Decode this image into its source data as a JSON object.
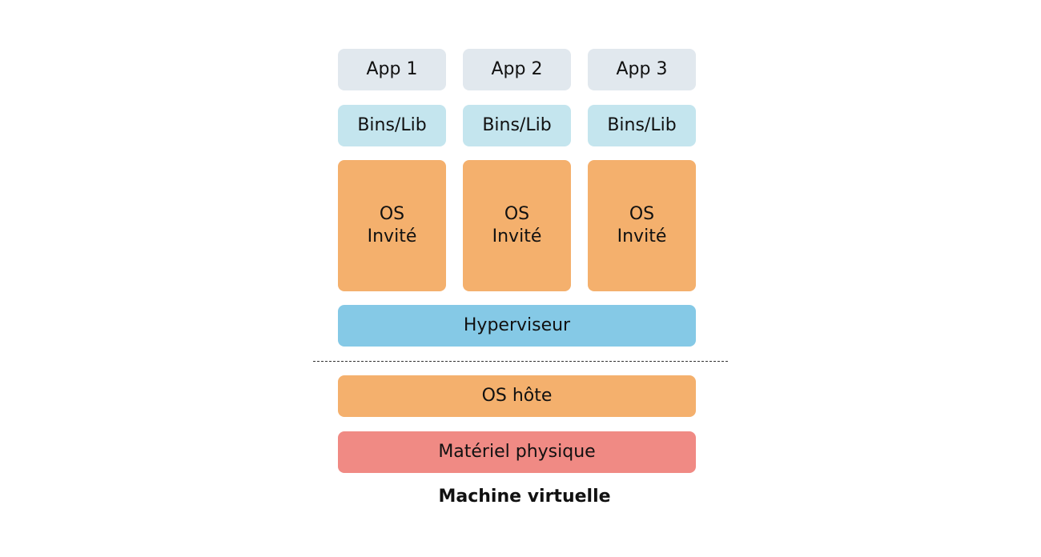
{
  "apps": [
    "App 1",
    "App 2",
    "App 3"
  ],
  "bins": [
    "Bins/Lib",
    "Bins/Lib",
    "Bins/Lib"
  ],
  "guest_os": [
    {
      "line1": "OS",
      "line2": "Invité"
    },
    {
      "line1": "OS",
      "line2": "Invité"
    },
    {
      "line1": "OS",
      "line2": "Invité"
    }
  ],
  "hypervisor": "Hyperviseur",
  "host_os": "OS hôte",
  "hardware": "Matériel physique",
  "caption": "Machine virtuelle",
  "colors": {
    "app": "#e1e8ee",
    "bins": "#c4e5ee",
    "os": "#f4b06d",
    "hypervisor": "#85c9e6",
    "hardware": "#f08a84"
  }
}
